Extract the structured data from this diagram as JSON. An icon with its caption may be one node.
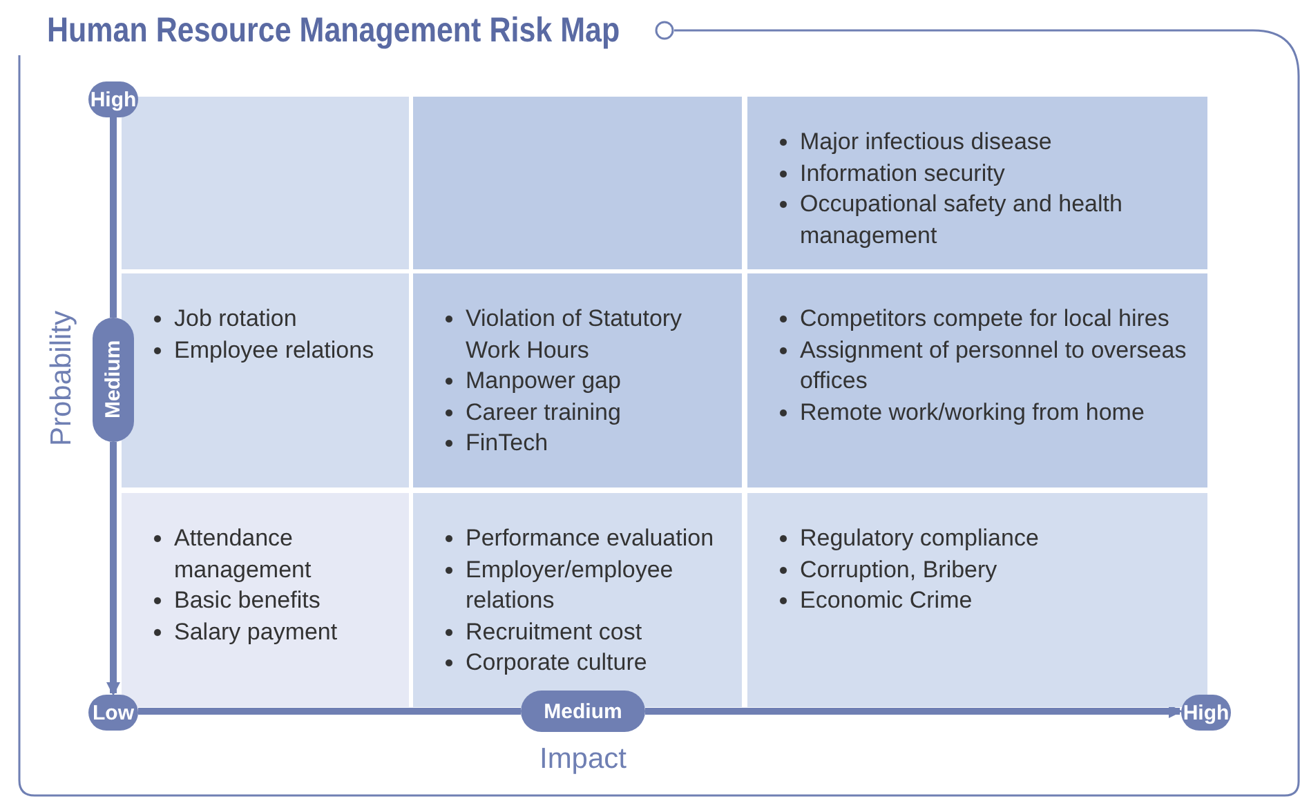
{
  "diagram": {
    "title": "Human Resource Management Risk Map",
    "nodes": [
      {
        "text": [
          "High"
        ]
      },
      {
        "text": [
          "Medium"
        ]
      },
      {
        "text": [
          "Low"
        ]
      },
      {
        "text": [
          "Medium"
        ]
      },
      {
        "text": [
          "High"
        ]
      },
      {
        "text": [],
        "shape": "box"
      },
      {
        "text": [],
        "shape": "box"
      },
      {
        "text": [
          "Major infectious disease",
          "Information security",
          "Occupational safety and health management"
        ]
      },
      {
        "text": [
          "Job rotation",
          "Employee relations"
        ]
      },
      {
        "text": [
          "Violation of Statutory Work Hours",
          "Manpower gap",
          "Career training",
          "FinTech"
        ]
      },
      {
        "text": [
          "Competitors compete for local hires",
          "Assignment of personnel to overseas offices",
          "Remote work/working from home"
        ]
      },
      {
        "text": [
          "Attendance management",
          "Basic benefits",
          "Salary payment"
        ]
      },
      {
        "text": [
          "Performance evaluation",
          "Employer/employee relations",
          "Recruitment cost",
          "Corporate culture"
        ]
      },
      {
        "text": [
          "Regulatory compliance",
          "Corruption, Bribery",
          "Economic Crime"
        ]
      }
    ],
    "edges": [
      {
        "from": 0,
        "to": 1,
        "arrow": "none"
      },
      {
        "from": 1,
        "to": 2,
        "arrow": "to"
      },
      {
        "from": 2,
        "to": 3,
        "arrow": "none"
      },
      {
        "from": 3,
        "to": 4,
        "arrow": "to"
      }
    ],
    "labels": [
      "Probability",
      "Impact"
    ]
  }
}
